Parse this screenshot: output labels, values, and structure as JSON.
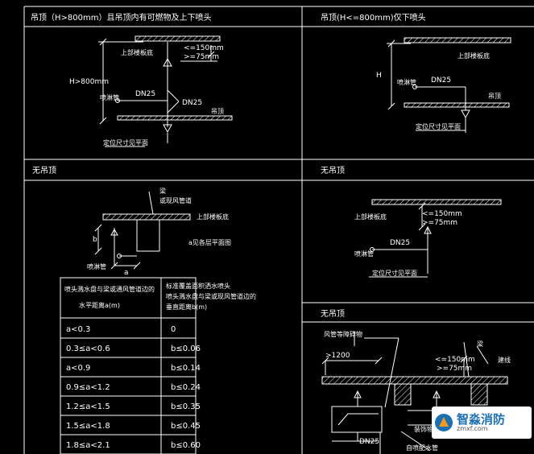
{
  "panels": {
    "p1_title": "吊顶（H>800mm）且吊顶内有可燃物及上下喷头",
    "p2_title": "吊顶(H<=800mm)仅下喷头",
    "p3_title": "无吊顶",
    "p4_title": "无吊顶",
    "p5_title": "无吊顶"
  },
  "p1": {
    "floor_label": "上部楼板底",
    "dim_150": "<=150mm",
    "dim_75": ">=75mm",
    "h_label": "H>800mm",
    "dn25_a": "DN25",
    "dn25_b": "DN25",
    "pipe_label": "喷淋管",
    "ceiling_label": "吊顶",
    "note": "定位尺寸见平面"
  },
  "p2": {
    "floor_label": "上部楼板底",
    "h_label": "H",
    "pipe_label": "喷淋管",
    "dn25": "DN25",
    "ceiling_label": "吊顶",
    "note": "定位尺寸见平面"
  },
  "p3": {
    "beam_label": "梁",
    "duct_label": "或现风管道",
    "floor_label": "上部楼板底",
    "b_label": "b",
    "a_label": "a",
    "plan_note": "a见各层平面图",
    "pipe_label": "喷淋管"
  },
  "table": {
    "header_col1": [
      "喷头溅水盘与梁或通风管道边的",
      "水平距离a(m)"
    ],
    "header_col2": [
      "标准覆盖面积洒水喷头",
      "喷头溅水盘与梁或现风管道边的",
      "垂直距离b(m)"
    ],
    "rows": [
      [
        "a<0.3",
        "0"
      ],
      [
        "0.3≤a<0.6",
        "b≤0.06"
      ],
      [
        "a<0.9",
        "b≤0.14"
      ],
      [
        "0.9≤a<1.2",
        "b≤0.24"
      ],
      [
        "1.2≤a<1.5",
        "b≤0.35"
      ],
      [
        "1.5≤a<1.8",
        "b≤0.45"
      ],
      [
        "1.8≤a<2.1",
        "b≤0.60"
      ]
    ]
  },
  "p4": {
    "dim_150": "<=150mm",
    "dim_75": ">=75mm",
    "floor_label": "上部楼板底",
    "dn25": "DN25",
    "pipe_label": "喷淋管",
    "note": "定位尺寸见平面"
  },
  "p5": {
    "duct_label": "风管等障碍物",
    "beam_label": "梁",
    "dim_1200": ">1200",
    "dim_150": "<=150mm",
    "dim_75": ">=75mm",
    "dn25": "DN25",
    "label_a": "装饰物水盘",
    "label_b": "自喷配水管",
    "baseline_label": "建线"
  },
  "logo": {
    "name": "智淼消防",
    "url": "zmxf.com"
  }
}
